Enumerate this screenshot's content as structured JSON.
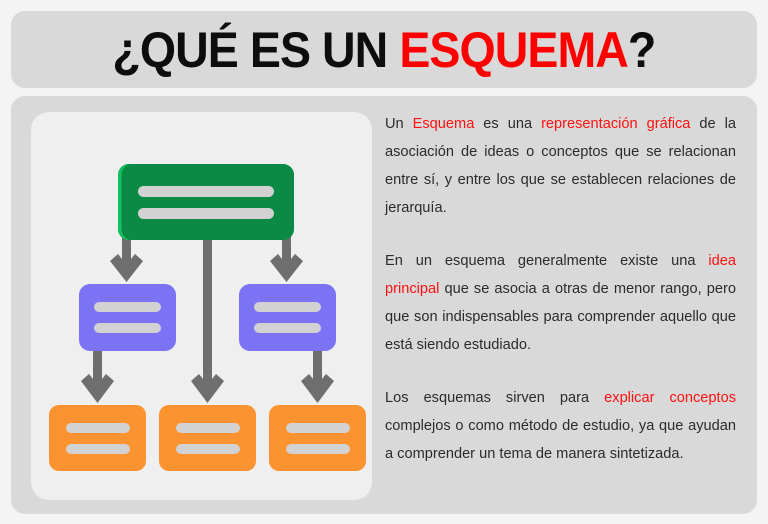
{
  "title": {
    "full_text": "¿QUÉ ES UN ESQUEMA?",
    "lead": "¿QUÉ ES UN ",
    "highlight": "ESQUEMA",
    "tail": "?",
    "highlight_color": "#ff0000",
    "base_color": "#0d0d0d"
  },
  "diagram": {
    "name": "hierarchy-schema-diagram",
    "root": {
      "label": "",
      "color": "#0b8a46",
      "edge_color": "#11c061",
      "bar_count": 2
    },
    "middle": [
      {
        "label": "",
        "color": "#7b72f4",
        "bar_count": 2
      },
      {
        "label": "",
        "color": "#7b72f4",
        "bar_count": 2
      }
    ],
    "leaves": [
      {
        "label": "",
        "color": "#fb9331",
        "bar_count": 2
      },
      {
        "label": "",
        "color": "#fb9331",
        "bar_count": 2
      },
      {
        "label": "",
        "color": "#fb9331",
        "bar_count": 2
      }
    ],
    "bar_color": "#d2d2d2",
    "arrow_color": "#6e6e6e",
    "card_color": "#efefef"
  },
  "body": {
    "paragraphs": [
      {
        "segments": [
          {
            "text": "Un ",
            "highlight": false
          },
          {
            "text": "Esquema",
            "highlight": true
          },
          {
            "text": " es una ",
            "highlight": false
          },
          {
            "text": "representación gráfica",
            "highlight": true
          },
          {
            "text": " de la asociación de ideas o conceptos que se relacionan entre sí, y entre los que se establecen relaciones de jerarquía.",
            "highlight": false
          }
        ]
      },
      {
        "segments": [
          {
            "text": "En un esquema generalmente existe una ",
            "highlight": false
          },
          {
            "text": "idea principal",
            "highlight": true
          },
          {
            "text": " que se asocia a otras de menor rango, pero que son indispensables para comprender aquello que está siendo estudiado.",
            "highlight": false
          }
        ]
      },
      {
        "segments": [
          {
            "text": "Los esquemas sirven para ",
            "highlight": false
          },
          {
            "text": "explicar conceptos",
            "highlight": true
          },
          {
            "text": " complejos o como método de estudio, ya que ayudan a comprender un tema de manera sintetizada.",
            "highlight": false
          }
        ]
      }
    ],
    "text_color": "#2b2b2b",
    "highlight_color": "#ff1111"
  },
  "theme": {
    "page_background": "#f4f4f4",
    "panel_background": "#d9d9d9"
  }
}
